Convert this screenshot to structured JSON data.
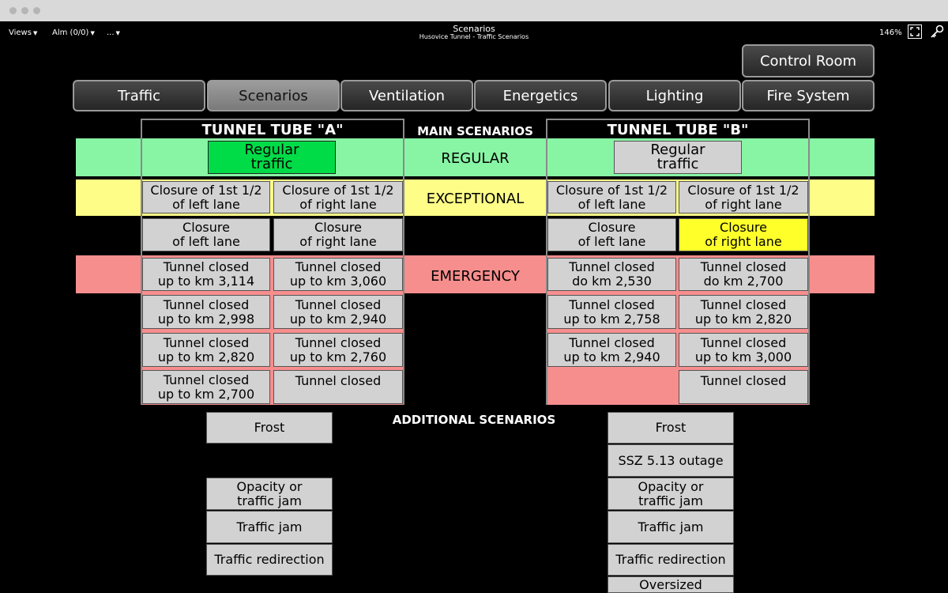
{
  "header": {
    "title": "Scenarios",
    "subtitle": "Husovice Tunnel - Traffic Scenarios",
    "views_label": "Views",
    "alm_label": "Alm (0/0)",
    "more_label": "...",
    "zoom": "146%"
  },
  "buttons": {
    "control_room": "Control Room"
  },
  "nav": [
    "Traffic",
    "Scenarios",
    "Ventilation",
    "Energetics",
    "Lighting",
    "Fire System"
  ],
  "sections": {
    "tube_a": "TUNNEL TUBE \"A\"",
    "tube_b": "TUNNEL TUBE \"B\"",
    "main": "MAIN SCENARIOS",
    "additional": "ADDITIONAL SCENARIOS"
  },
  "categories": {
    "regular": "REGULAR",
    "exceptional": "EXCEPTIONAL",
    "emergency": "EMERGENCY"
  },
  "tube_a": {
    "regular": "Regular\ntraffic",
    "exceptional": [
      "Closure of 1st 1/2\nof left lane",
      "Closure of 1st 1/2\nof right lane",
      "Closure\nof left lane",
      "Closure\nof right lane"
    ],
    "emergency": [
      "Tunnel closed\nup to km 3,114",
      "Tunnel closed\nup to km 3,060",
      "Tunnel closed\nup to km 2,998",
      "Tunnel closed\nup to km 2,940",
      "Tunnel closed\nup to km 2,820",
      "Tunnel closed\nup to km 2,760",
      "Tunnel closed\nup to km 2,700",
      "Tunnel closed"
    ],
    "additional": [
      "Frost",
      "Opacity or\ntraffic jam",
      "Traffic jam",
      "Traffic redirection"
    ]
  },
  "tube_b": {
    "regular": "Regular\ntraffic",
    "exceptional": [
      "Closure of 1st 1/2\nof left lane",
      "Closure of 1st 1/2\nof right lane",
      "Closure\nof left lane",
      "Closure\nof right lane"
    ],
    "emergency": [
      "Tunnel closed\ndo km 2,530",
      "Tunnel closed\ndo km 2,700",
      "Tunnel closed\nup to km 2,758",
      "Tunnel closed\nup to km 2,820",
      "Tunnel closed\nup to km 2,940",
      "Tunnel closed\nup to km 3,000",
      "Tunnel closed"
    ],
    "additional": [
      "Frost",
      "SSZ 5.13 outage",
      "Opacity or\ntraffic jam",
      "Traffic jam",
      "Traffic redirection",
      "Oversized"
    ]
  },
  "colors": {
    "regular_band": "#88f5a5",
    "exceptional_band": "#fdfd88",
    "emergency_band": "#f78e8e",
    "active_green": "#00dc47",
    "active_yellow": "#ffff2a"
  },
  "icons": {
    "fullscreen": "fullscreen-icon",
    "key": "key-icon"
  }
}
